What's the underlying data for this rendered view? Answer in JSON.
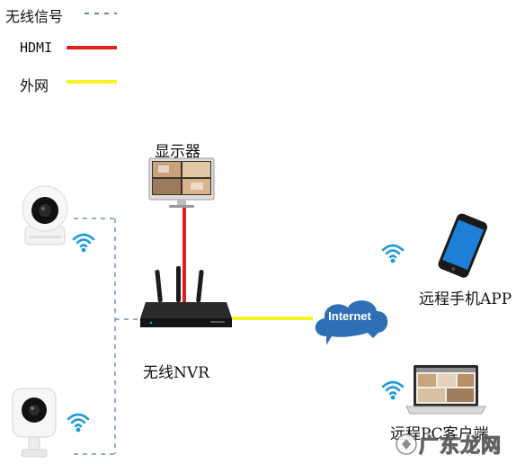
{
  "legend": {
    "wireless": {
      "label": "无线信号",
      "color": "#2f5f9f"
    },
    "hdmi": {
      "label": "HDMI",
      "color": "#e21f1f"
    },
    "wan": {
      "label": "外网",
      "color": "#f7f52a"
    }
  },
  "nodes": {
    "monitor": {
      "label": "显示器"
    },
    "nvr": {
      "label": "无线NVR"
    },
    "cloud": {
      "label": "Internet",
      "color": "#2f6fb5"
    },
    "phone": {
      "label": "远程手机APP"
    },
    "pc": {
      "label": "远程PC客户端"
    }
  },
  "watermark": {
    "text": "广东龙网"
  },
  "icons": {
    "wifi": "wifi-icon",
    "camera_dome": "dome-camera-icon",
    "camera_cube": "cube-camera-icon",
    "router": "nvr-router-icon",
    "monitor": "monitor-icon",
    "phone": "smartphone-icon",
    "laptop": "laptop-icon",
    "cloud": "cloud-icon"
  }
}
